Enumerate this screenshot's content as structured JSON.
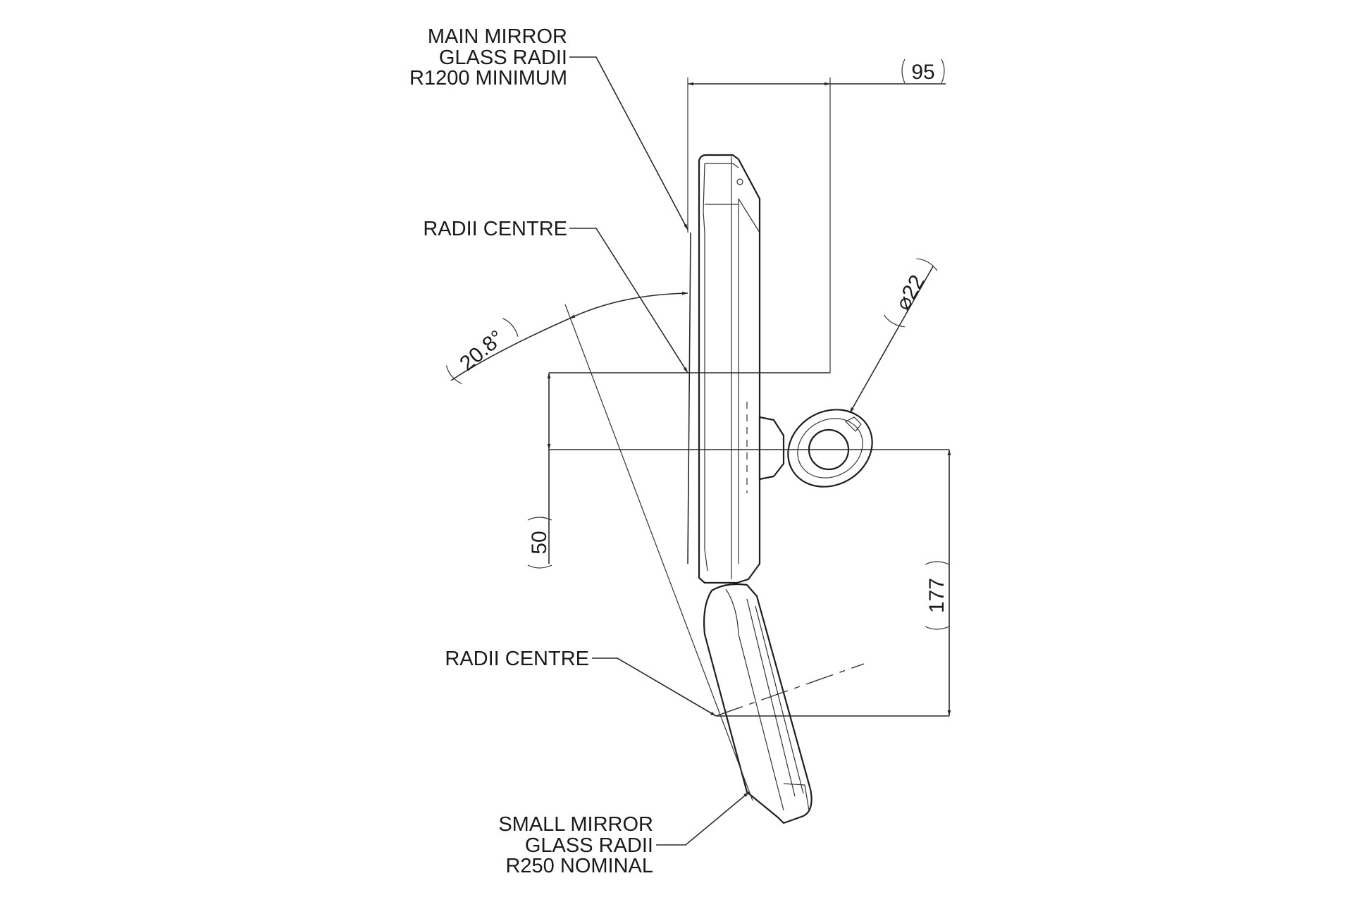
{
  "callouts": {
    "main_mirror": {
      "line1": "MAIN MIRROR",
      "line2": "GLASS RADII",
      "line3": "R1200 MINIMUM"
    },
    "radii_centre_top": "RADII CENTRE",
    "radii_centre_bottom": "RADII CENTRE",
    "small_mirror": {
      "line1": "SMALL MIRROR",
      "line2": "GLASS RADII",
      "line3": "R250 NOMINAL"
    }
  },
  "dimensions": {
    "width": "95",
    "diameter": "⌀22",
    "angle": "20.8°",
    "offset": "50",
    "height": "177"
  }
}
